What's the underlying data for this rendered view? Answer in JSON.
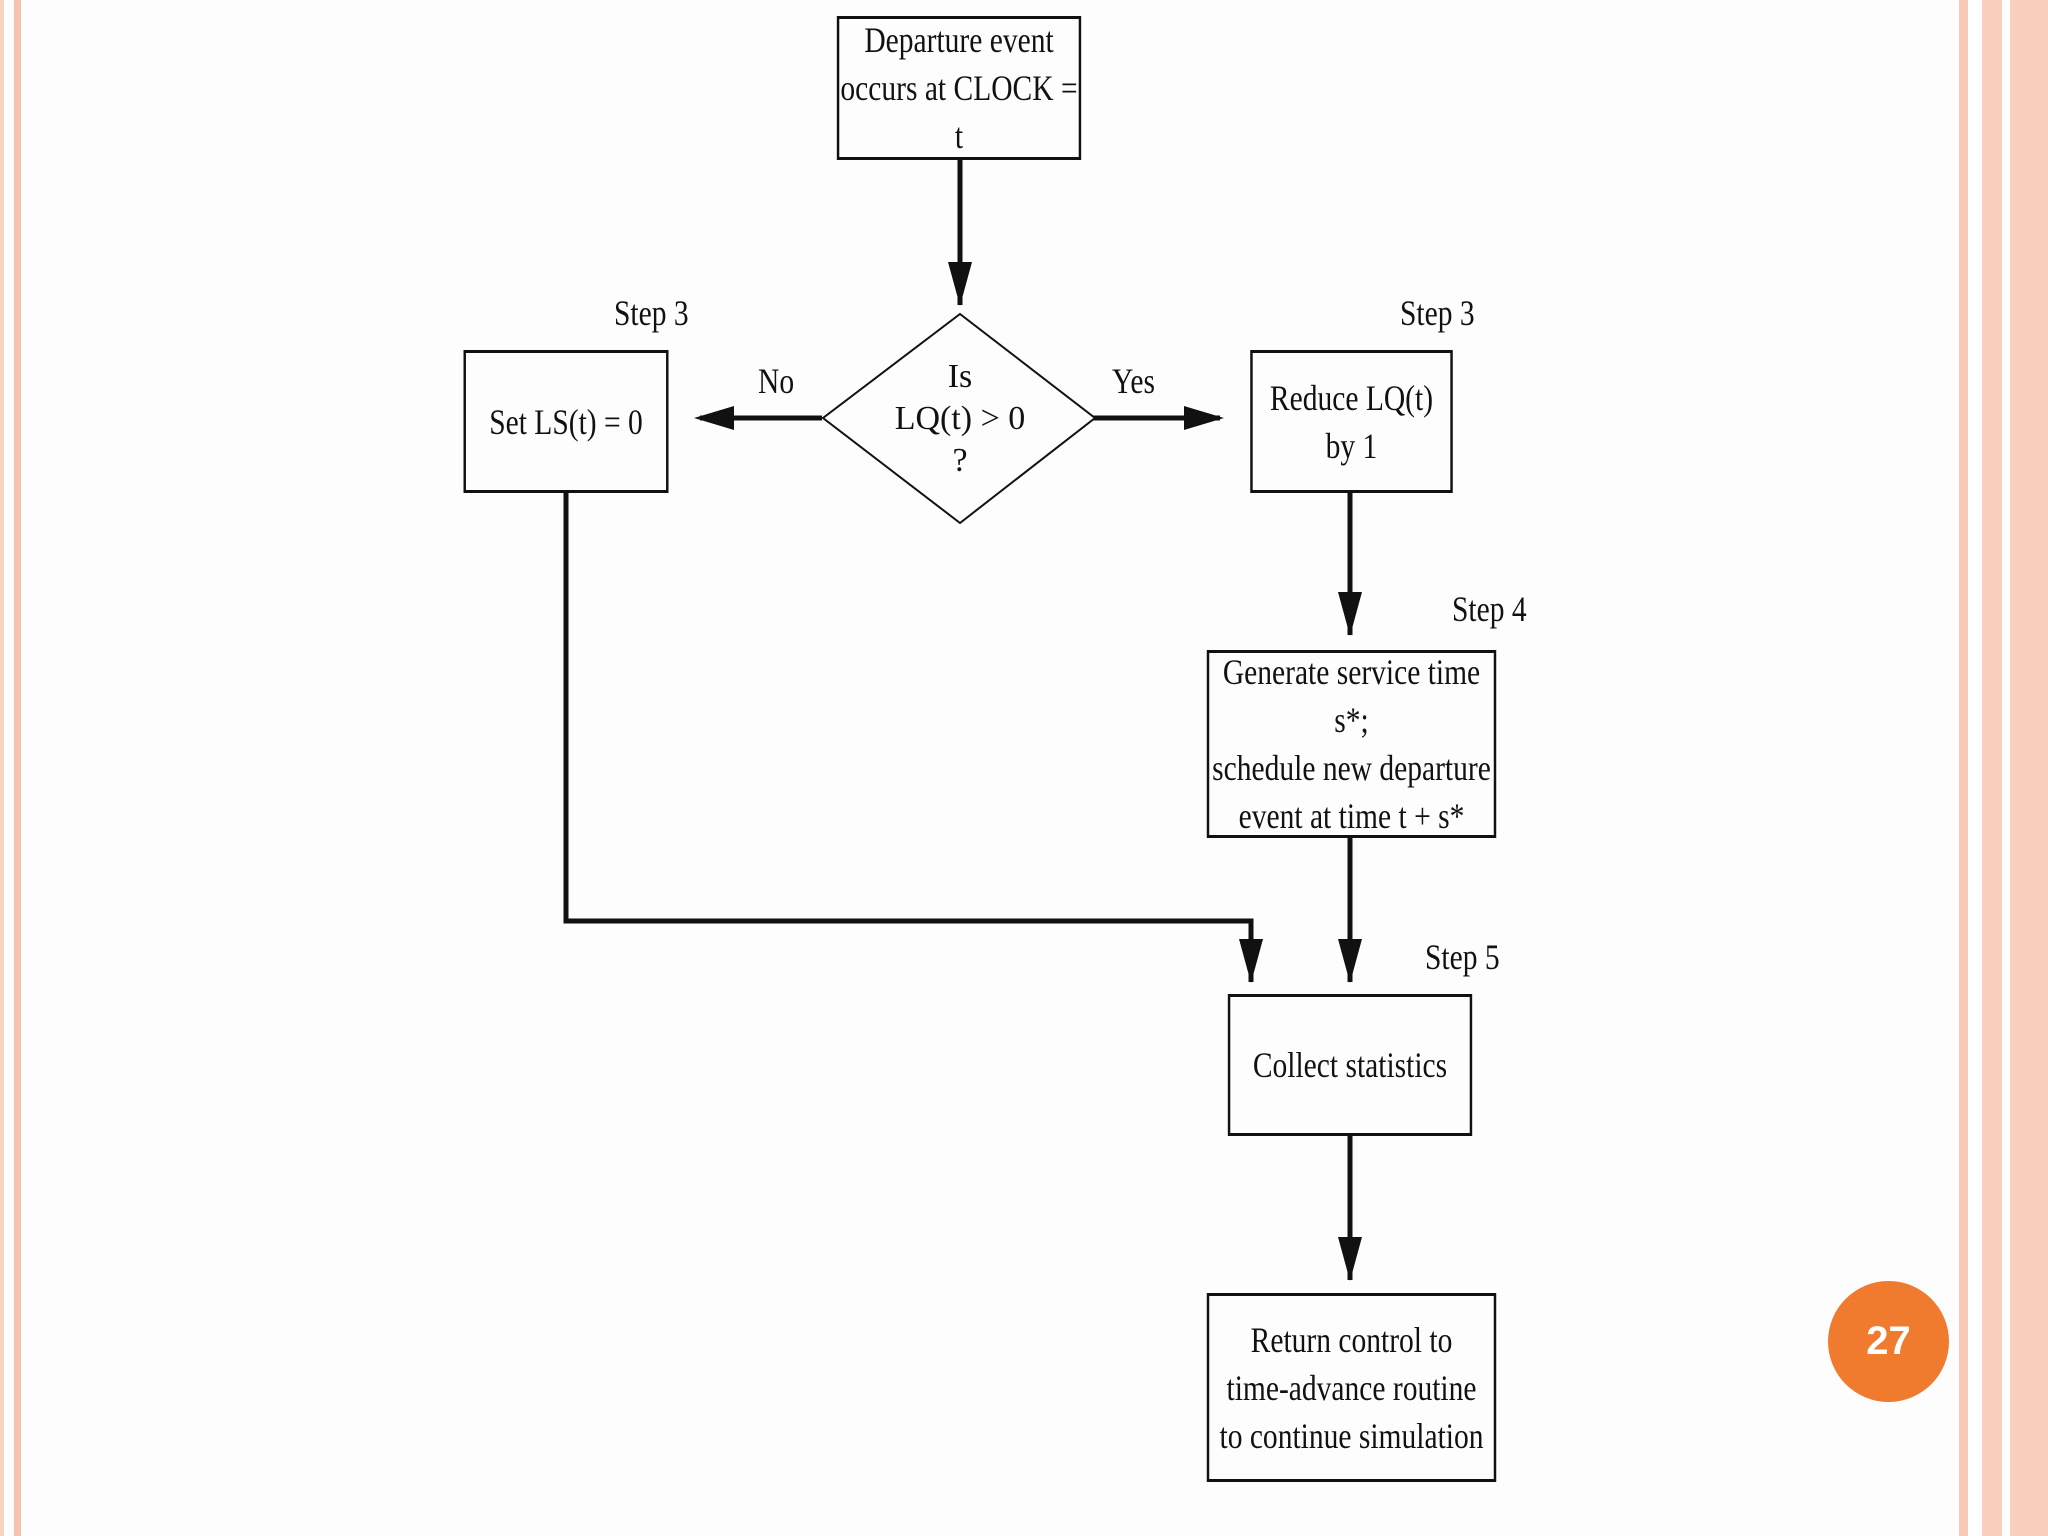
{
  "flowchart": {
    "start_box": {
      "line1": "Departure event",
      "line2": "occurs at CLOCK = t"
    },
    "decision": {
      "line1": "Is",
      "line2": "LQ(t) > 0",
      "line3": "?"
    },
    "no_label": "No",
    "yes_label": "Yes",
    "left_step_label": "Step 3",
    "left_box": {
      "line1": "Set LS(t) = 0"
    },
    "right_step_label": "Step 3",
    "right_box": {
      "line1": "Reduce LQ(t)",
      "line2": "by 1"
    },
    "step4_label": "Step 4",
    "step4_box": {
      "line1": "Generate service time s*;",
      "line2": "schedule new departure",
      "line3": "event at time t + s*"
    },
    "step5_label": "Step 5",
    "step5_box": {
      "line1": "Collect statistics"
    },
    "end_box": {
      "line1": "Return control to",
      "line2": "time-advance routine",
      "line3": "to continue simulation"
    }
  },
  "slide": {
    "page_number": "27",
    "accent_color": "#f07a2e",
    "border_color": "#f9cfbe"
  }
}
